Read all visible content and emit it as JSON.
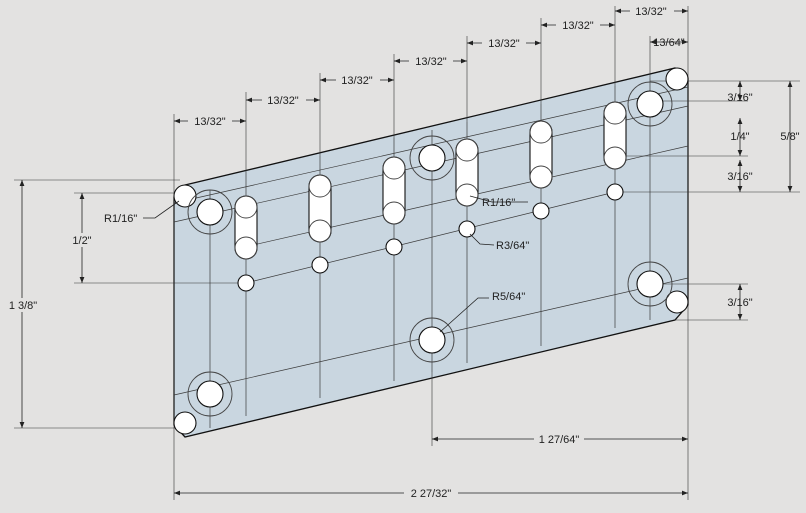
{
  "colors": {
    "background": "#e3e2e1",
    "plate_fill": "#c9d6e0",
    "line": "#111111",
    "hole_fill": "#ffffff"
  },
  "dimensions": {
    "col_spacing_1": "13/32\"",
    "col_spacing_2": "13/32\"",
    "col_spacing_3": "13/32\"",
    "col_spacing_4": "13/32\"",
    "col_spacing_5": "13/32\"",
    "col_spacing_6": "13/32\"",
    "col_spacing_7": "13/32\"",
    "edge_offset_top": "13/64\"",
    "right_3_16_top": "3/16\"",
    "right_1_4": "1/4\"",
    "right_3_16_mid": "3/16\"",
    "right_5_8": "5/8\"",
    "right_3_16_bottom": "3/16\"",
    "left_1_2": "1/2\"",
    "left_1_3_8": "1 3/8\"",
    "bottom_1_27_64": "1 27/64\"",
    "bottom_2_27_32": "2 27/32\"",
    "radius_r1_16_left": "R1/16\"",
    "radius_r1_16_mid": "R1/16\"",
    "radius_r3_64": "R3/64\"",
    "radius_r5_64": "R5/64\""
  }
}
